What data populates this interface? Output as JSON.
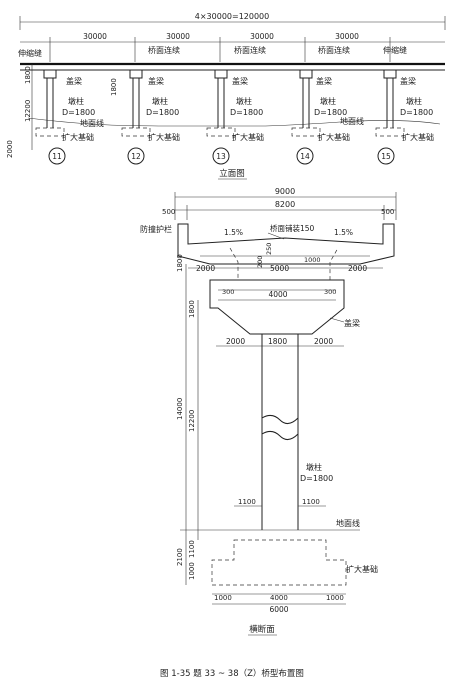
{
  "elevation": {
    "total_dim": "4×30000=120000",
    "span_dim": "30000",
    "exp_joint": "伸缩缝",
    "deck_link": "桥面连续",
    "cap_beam": "盖梁",
    "pier_col": "墩柱",
    "pier_dia": "D=1800",
    "ground": "地面线",
    "foundation": "扩大基础",
    "dims_left": [
      "1800",
      "12200",
      "2000"
    ],
    "dim_1800b": "1800",
    "piers": [
      "11",
      "12",
      "13",
      "14",
      "15"
    ],
    "title": "立面图"
  },
  "section": {
    "top_width": "9000",
    "inner_width": "8200",
    "edge": "500",
    "railing": "防撞护栏",
    "pavement": "桥面铺装150",
    "slope": "1.5%",
    "dims_mid": [
      "2000",
      "5000",
      "2000"
    ],
    "dim_1000": "1000",
    "dim_250": "250",
    "dim_200": "200",
    "dim_300": "300",
    "cap_width": "4000",
    "cap_beam": "盖梁",
    "dims_cap": [
      "2000",
      "1800",
      "2000"
    ],
    "left_dims": [
      "1800",
      "1800",
      "14000",
      "12200",
      "2100",
      "1100",
      "1000"
    ],
    "pier_col": "墩柱",
    "pier_dia": "D=1800",
    "dim_1100": "1100",
    "ground": "地面线",
    "foundation": "扩大基础",
    "dims_bottom": [
      "1000",
      "4000",
      "1000"
    ],
    "bottom_total": "6000",
    "title": "横断面"
  },
  "caption": "图 1-35    题 33 ~ 38（Z）桥型布置图"
}
